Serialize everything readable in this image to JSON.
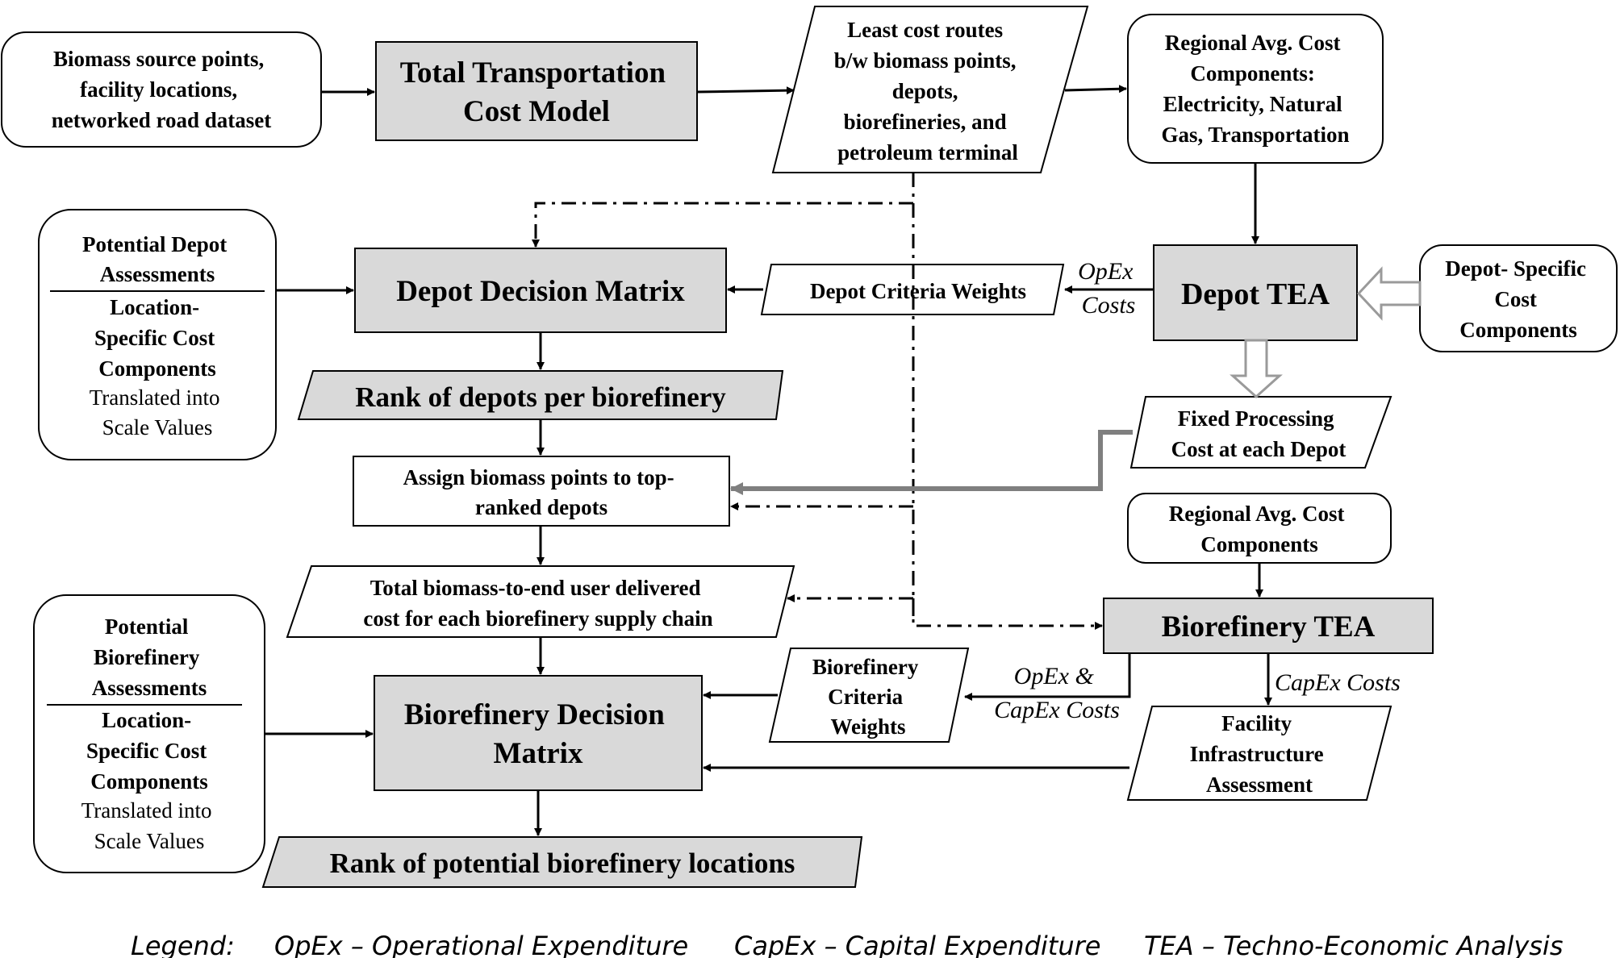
{
  "nodes": {
    "inputs": [
      "Biomass source points,",
      "facility locations,",
      "networked road dataset"
    ],
    "transport_model": [
      "Total Transportation",
      "Cost Model"
    ],
    "least_cost_routes": [
      "Least cost routes",
      "b/w biomass points,",
      "depots,",
      "biorefineries, and",
      "petroleum terminal"
    ],
    "regional_avg_1": [
      "Regional Avg. Cost",
      "Components:",
      "Electricity, Natural",
      "Gas, Transportation"
    ],
    "depot_assess_top": [
      "Potential Depot",
      "Assessments"
    ],
    "depot_assess_bottom": [
      "Location-",
      "Specific Cost",
      "Components"
    ],
    "depot_assess_plain": [
      "Translated into",
      "Scale Values"
    ],
    "depot_matrix": [
      "Depot Decision Matrix"
    ],
    "depot_weights": [
      "Depot Criteria Weights"
    ],
    "depot_tea": [
      "Depot TEA"
    ],
    "depot_specific": [
      "Depot- Specific",
      "Cost",
      "Components"
    ],
    "rank_depots": [
      "Rank of depots per biorefinery"
    ],
    "fixed_processing": [
      "Fixed Processing",
      "Cost at each Depot"
    ],
    "assign_biomass": [
      "Assign biomass points to top-",
      "ranked depots"
    ],
    "regional_avg_2": [
      "Regional Avg. Cost",
      "Components"
    ],
    "total_delivered": [
      "Total biomass-to-end user delivered",
      "cost for each biorefinery supply chain"
    ],
    "biorefinery_tea": [
      "Biorefinery TEA"
    ],
    "bio_assess_top": [
      "Potential",
      "Biorefinery",
      "Assessments"
    ],
    "bio_assess_bottom": [
      "Location-",
      "Specific Cost",
      "Components"
    ],
    "bio_assess_plain": [
      "Translated into",
      "Scale Values"
    ],
    "bio_matrix": [
      "Biorefinery Decision",
      "Matrix"
    ],
    "bio_weights": [
      "Biorefinery",
      "Criteria",
      "Weights"
    ],
    "facility_infra": [
      "Facility",
      "Infrastructure",
      "Assessment"
    ],
    "rank_bio": [
      "Rank of potential biorefinery locations"
    ]
  },
  "edge_labels": {
    "opex_costs": [
      "OpEx",
      "Costs"
    ],
    "opex_capex": [
      "OpEx &",
      "CapEx Costs"
    ],
    "capex_costs": [
      "CapEx Costs"
    ]
  },
  "legend": {
    "title": "Legend:",
    "items": [
      "OpEx – Operational Expenditure",
      "CapEx – Capital Expenditure",
      "TEA – Techno-Economic Analysis"
    ]
  },
  "colors": {
    "process_fill": "#d9d9d9",
    "box_fill": "#ffffff",
    "line": "#000000",
    "hollow_arrow": "#bfbfbf",
    "grey_line": "#7f7f7f"
  }
}
